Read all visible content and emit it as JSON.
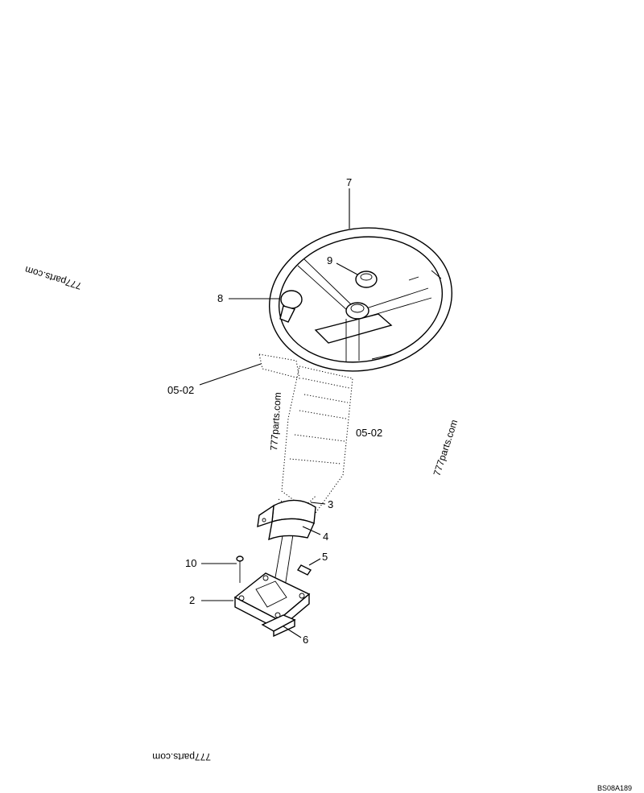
{
  "callouts": {
    "c7": "7",
    "c9": "9",
    "c8": "8",
    "c0502a": "05-02",
    "c0502b": "05-02",
    "c3": "3",
    "c4": "4",
    "c5": "5",
    "c10": "10",
    "c2": "2",
    "c6": "6"
  },
  "watermarks": {
    "left": "777parts.com",
    "column": "777parts.com",
    "right": "777parts.com",
    "bottom": "777parts.com"
  },
  "drawing_code": "BS08A189"
}
